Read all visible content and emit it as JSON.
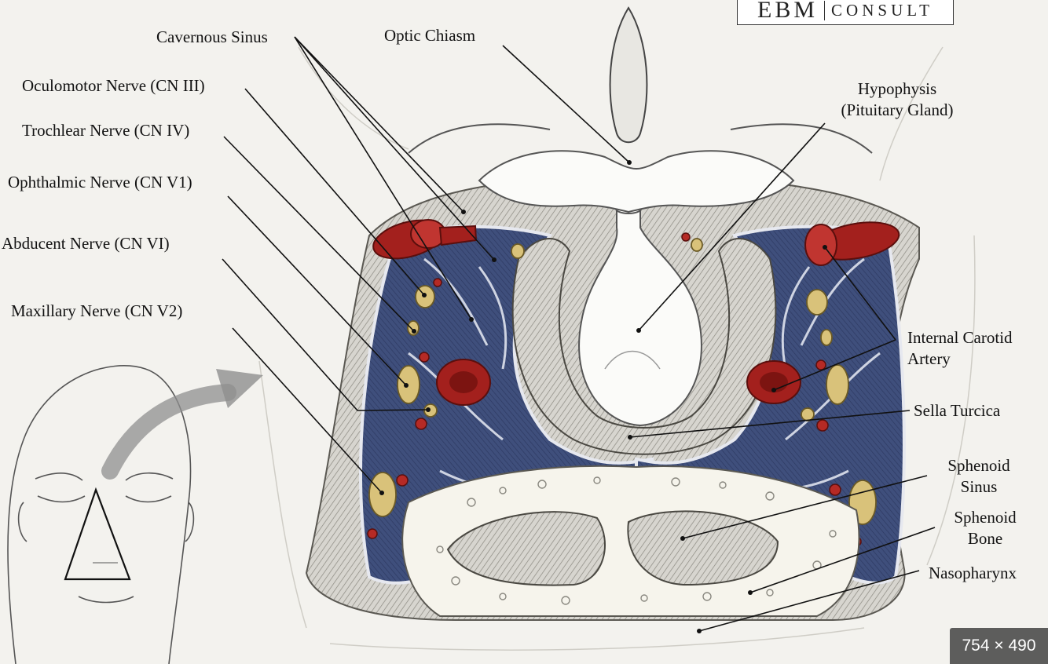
{
  "brand": {
    "name": "EBM",
    "suffix": "CONSULT"
  },
  "labels": {
    "cavernous_sinus": "Cavernous Sinus",
    "optic_chiasm": "Optic Chiasm",
    "oculomotor": "Oculomotor Nerve (CN III)",
    "trochlear": "Trochlear Nerve (CN IV)",
    "ophthalmic": "Ophthalmic Nerve (CN V1)",
    "abducent": "Abducent Nerve (CN VI)",
    "maxillary": "Maxillary Nerve (CN V2)",
    "hypophysis_1": "Hypophysis",
    "hypophysis_2": "(Pituitary Gland)",
    "ica_1": "Internal Carotid",
    "ica_2": "Artery",
    "sella": "Sella Turcica",
    "sph_sinus_1": "Sphenoid",
    "sph_sinus_2": "Sinus",
    "sph_bone_1": "Sphenoid",
    "sph_bone_2": "Bone",
    "nasopharynx": "Nasopharynx"
  },
  "image_size_badge": "754 × 490",
  "colors": {
    "venous_blue": "#3f4f7c",
    "artery_red": "#a3201d",
    "nerve_yellow": "#d9c27a",
    "background": "#f3f2ee"
  }
}
